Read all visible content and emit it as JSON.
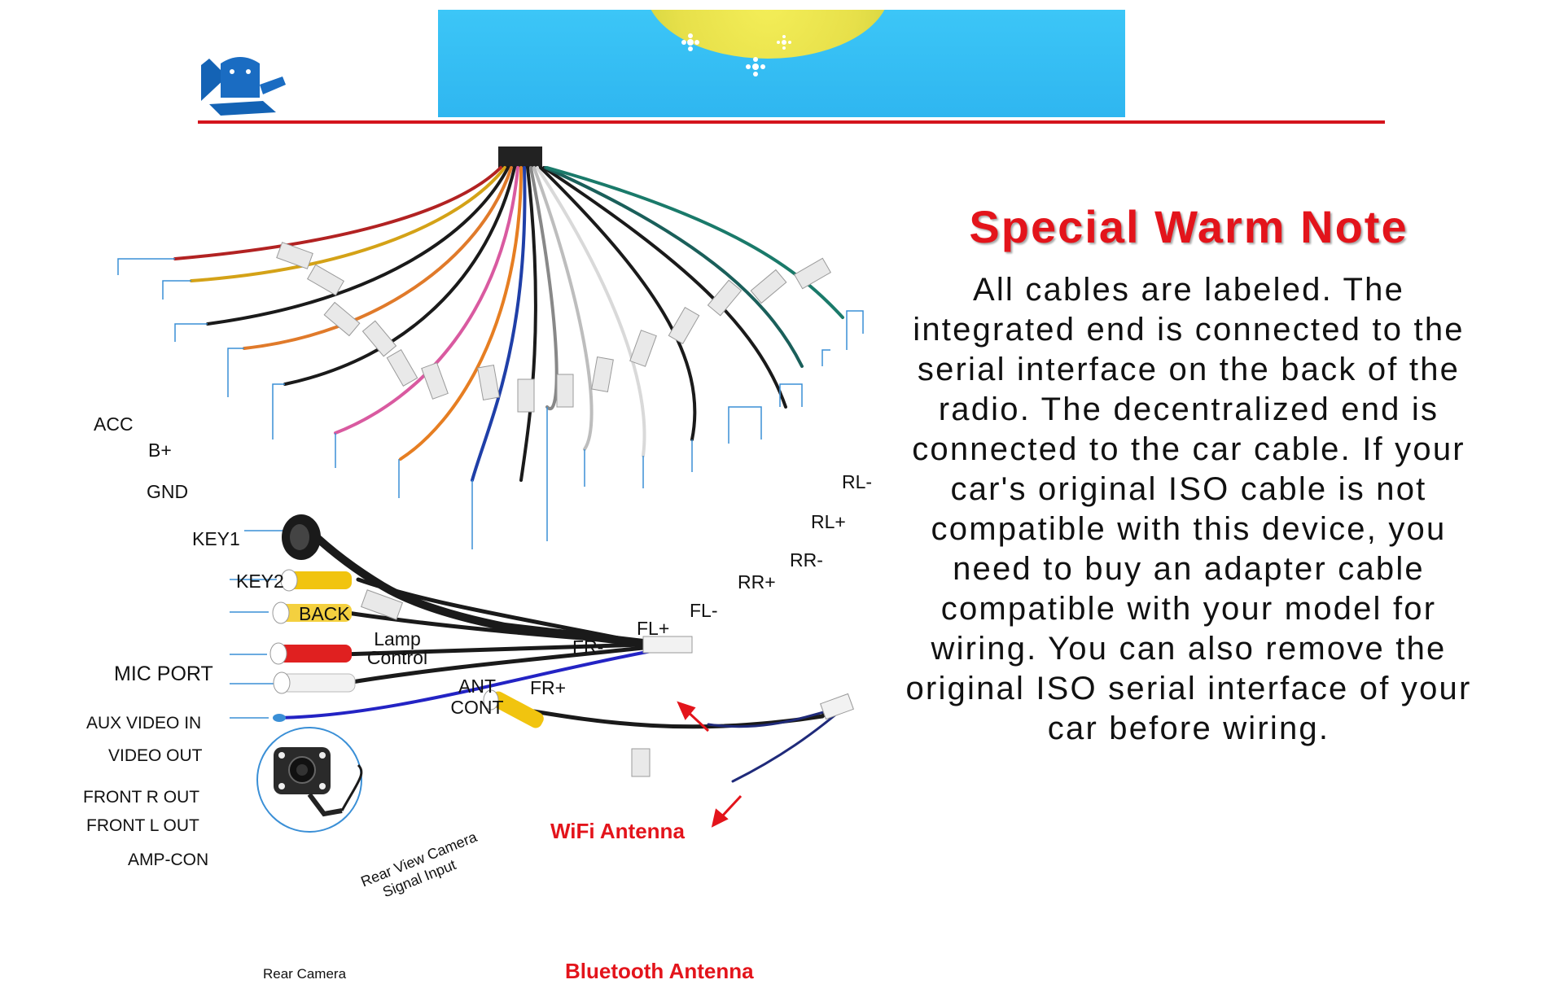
{
  "note": {
    "title": "Special Warm Note",
    "body": "All cables are labeled. The integrated end is connected to the serial interface on the back of the radio. The decentralized end is connected to the car cable. If your car's original ISO cable is not compatible with this device, you need to buy an adapter cable compatible with your model for wiring. You can also remove the original ISO serial interface of your car before wiring."
  },
  "wires": {
    "acc": "ACC",
    "bplus": "B+",
    "gnd": "GND",
    "key1": "KEY1",
    "key2": "KEY2",
    "back": "BACK",
    "lamp1": "Lamp",
    "lamp2": "Control",
    "ant1": "ANT",
    "ant2": "CONT",
    "frminus": "FR-",
    "frplus": "FR+",
    "flplus": "FL+",
    "flminus": "FL-",
    "rrplus": "RR+",
    "rrminus": "RR-",
    "rlplus": "RL+",
    "rlminus": "RL-"
  },
  "ports": {
    "mic": "MIC PORT",
    "aux_video_in": "AUX VIDEO IN",
    "video_out": "VIDEO OUT",
    "front_r_out": "FRONT R OUT",
    "front_l_out": "FRONT L OUT",
    "amp_con": "AMP-CON",
    "rear_camera": "Rear Camera",
    "rear_view_line1": "Rear View Camera",
    "rear_view_line2": "Signal Input"
  },
  "annotations": {
    "wifi": "WiFi Antenna",
    "bluetooth": "Bluetooth Antenna"
  },
  "colors": {
    "accent_red": "#e3141b",
    "banner_blue": "#35bff4",
    "divider_red": "#d4141c"
  },
  "icons": {
    "logo": "android-robot-icon",
    "camera": "camera-icon"
  }
}
